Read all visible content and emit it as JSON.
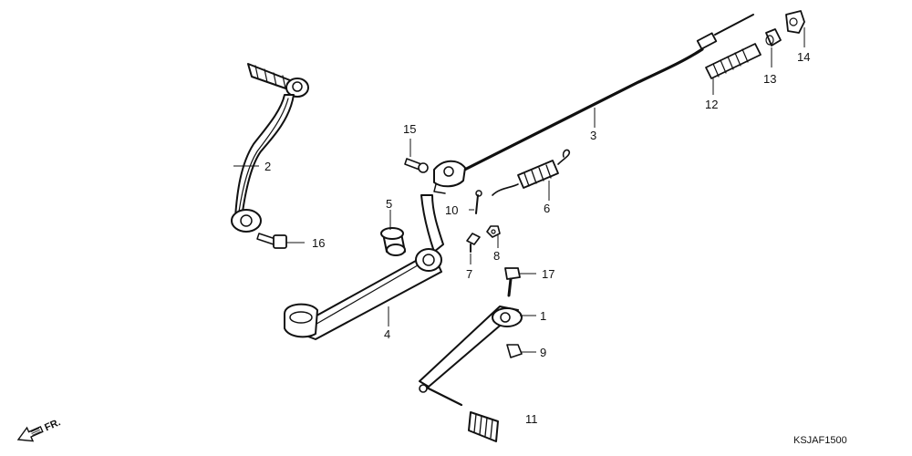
{
  "diagram": {
    "code": "KSJAF1500",
    "direction_label": "FR."
  },
  "parts": [
    {
      "id": "1",
      "label": "1"
    },
    {
      "id": "2",
      "label": "2"
    },
    {
      "id": "3",
      "label": "3"
    },
    {
      "id": "4",
      "label": "4"
    },
    {
      "id": "5",
      "label": "5"
    },
    {
      "id": "6",
      "label": "6"
    },
    {
      "id": "7",
      "label": "7"
    },
    {
      "id": "8",
      "label": "8"
    },
    {
      "id": "9",
      "label": "9"
    },
    {
      "id": "10",
      "label": "10"
    },
    {
      "id": "11",
      "label": "11"
    },
    {
      "id": "12",
      "label": "12"
    },
    {
      "id": "13",
      "label": "13"
    },
    {
      "id": "14",
      "label": "14"
    },
    {
      "id": "15",
      "label": "15"
    },
    {
      "id": "16",
      "label": "16"
    },
    {
      "id": "17",
      "label": "17"
    }
  ]
}
